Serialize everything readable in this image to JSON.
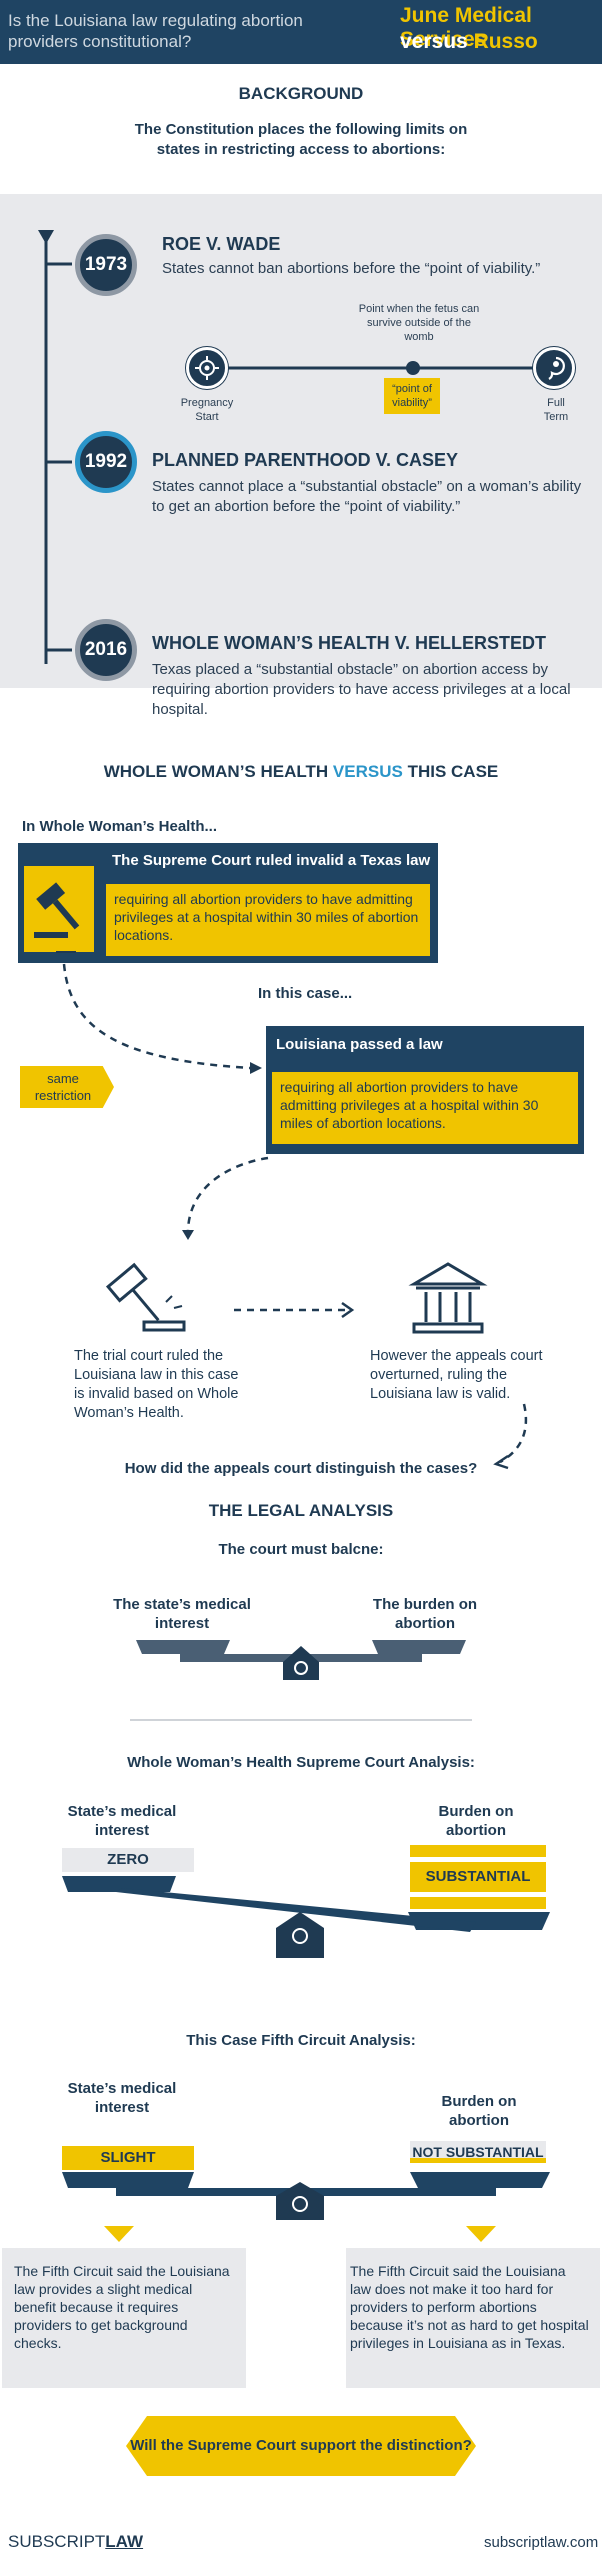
{
  "header": {
    "question": "Is the Louisiana law regulating abortion providers constitutional?",
    "title_line1": "June Medical Services",
    "title_versus": "versus",
    "title_russo": "Russo"
  },
  "background": {
    "heading": "BACKGROUND",
    "intro": "The Constitution places the following limits on states in restricting access to abortions:"
  },
  "timeline": [
    {
      "year": "1973",
      "title": "ROE V. WADE",
      "desc": "States cannot ban abortions before the “point of viability.”"
    },
    {
      "year": "1992",
      "title": "PLANNED PARENTHOOD V. CASEY",
      "desc": "States cannot place a “substantial obstacle” on a woman’s ability to get an abortion before the “point of viability.”"
    },
    {
      "year": "2016",
      "title": "WHOLE WOMAN’S HEALTH V. HELLERSTEDT",
      "desc": "Texas placed a “substantial obstacle” on abortion access by requiring abortion providers to have access privileges at a local hospital."
    }
  ],
  "pregnancy": {
    "start": "Pregnancy Start",
    "full": "Full Term",
    "viability_note": "Point when the fetus can survive outside of the womb",
    "viability_tag": "“point of viability”"
  },
  "comparison": {
    "heading_left": "WHOLE WOMAN’S HEALTH",
    "heading_versus": "VERSUS",
    "heading_right": "THIS CASE",
    "in_wwh": "In Whole Woman’s Health...",
    "wwh_box_title": "The Supreme Court ruled invalid a Texas law",
    "wwh_box_text": "requiring all abortion providers to have admitting privileges at a hospital within 30 miles of abortion locations.",
    "in_this_case": "In this case...",
    "same_tag": "same restriction",
    "la_box_title": "Louisiana passed a law",
    "la_box_text": "requiring all abortion providers to have admitting privileges at a hospital within 30 miles of abortion locations.",
    "trial_text": "The trial court ruled the Louisiana law in this case is invalid based on Whole Woman’s Health.",
    "appeals_text": "However the appeals court overturned, ruling the Louisiana law is valid.",
    "question": "How did the appeals court distinguish the cases?"
  },
  "legal": {
    "heading": "THE LEGAL ANALYSIS",
    "balance": "The court must balcne:",
    "state_interest": "The state’s medical interest",
    "burden": "The burden on abortion"
  },
  "wwh_analysis": {
    "title": "Whole Woman’s Health Supreme Court Analysis:",
    "left_label": "State’s medical interest",
    "left_value": "ZERO",
    "right_label": "Burden on abortion",
    "right_value": "SUBSTANTIAL"
  },
  "case_analysis": {
    "title": "This Case Fifth Circuit Analysis:",
    "left_label": "State’s medical interest",
    "left_value": "SLIGHT",
    "right_label": "Burden on abortion",
    "right_value": "NOT SUBSTANTIAL",
    "left_text": "The Fifth Circuit said the Louisiana law provides a slight medical benefit because it requires providers to get background checks.",
    "right_text": "The Fifth Circuit said the Louisiana law does not make it too hard for providers to perform abortions because it’s not as hard to get hospital privileges in Louisiana as in Texas."
  },
  "final_question": "Will the Supreme Court support the distinction?",
  "footer": {
    "brand_a": "SUBSCRIPT",
    "brand_b": "LAW",
    "url": "subscriptlaw.com"
  },
  "colors": {
    "navy": "#1f4463",
    "yellow": "#f0c400",
    "grey": "#e8e9ec",
    "blue_accent": "#2b95c9"
  }
}
